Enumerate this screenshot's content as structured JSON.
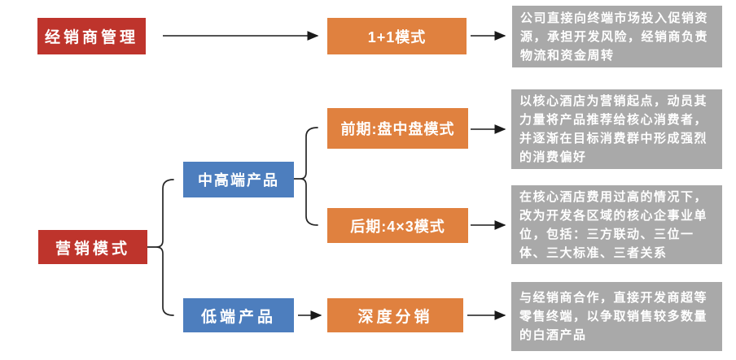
{
  "diagram": {
    "colors": {
      "root_red": "#be342c",
      "mode_orange": "#e0813f",
      "product_blue": "#4d7ebe",
      "description_gray": "#a9a9a9",
      "connector_black": "#262626",
      "text_white": "#ffffff",
      "background": "#ffffff"
    },
    "dealer_flow": {
      "root": "经销商管理",
      "mode": "1+1模式",
      "description": "公司直接向终端市场投入促销资源，承担开发风险，经销商负责物流和资金周转"
    },
    "marketing_flow": {
      "root": "营销模式",
      "branches": [
        {
          "label": "中高端产品",
          "children": [
            {
              "label": "前期:盘中盘模式",
              "description": "以核心酒店为营销起点，动员其力量将产品推荐给核心消费者，并逐渐在目标消费群中形成强烈的消费偏好"
            },
            {
              "label": "后期:4×3模式",
              "description": "在核心酒店费用过高的情况下，改为开发各区域的核心企事业单位，包括：三方联动、三位一体、三大标准、三者关系"
            }
          ]
        },
        {
          "label": "低端产品",
          "children": [
            {
              "label": "深度分销",
              "description": "与经销商合作，直接开发商超等零售终端，以争取销售较多数量的白酒产品"
            }
          ]
        }
      ]
    }
  }
}
